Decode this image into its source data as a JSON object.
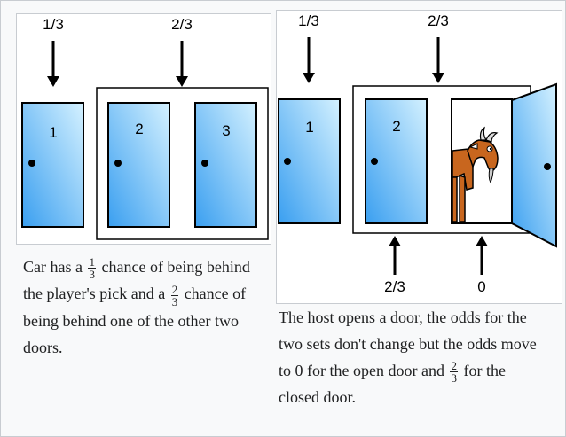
{
  "left": {
    "top_labels": [
      "1/3",
      "2/3"
    ],
    "doors": [
      "1",
      "2",
      "3"
    ],
    "caption": {
      "part1": "Car has a",
      "frac1": {
        "num": "1",
        "den": "3"
      },
      "part2": "chance of being behind the player's pick and a",
      "frac2": {
        "num": "2",
        "den": "3"
      },
      "part3": "chance of being behind one of the other two doors."
    }
  },
  "right": {
    "top_labels": [
      "1/3",
      "2/3"
    ],
    "doors": [
      "1",
      "2"
    ],
    "bottom_labels": [
      "2/3",
      "0"
    ],
    "caption": {
      "part1": "The host opens a door, the odds for the two sets don't change but the odds move to 0 for the open door and",
      "frac": {
        "num": "2",
        "den": "3"
      },
      "part2": "for the closed door."
    }
  },
  "colors": {
    "door_light": "#cfeefe",
    "door_dark": "#3a9ff0",
    "door_outline": "#000000",
    "goat": "#c8661e"
  }
}
